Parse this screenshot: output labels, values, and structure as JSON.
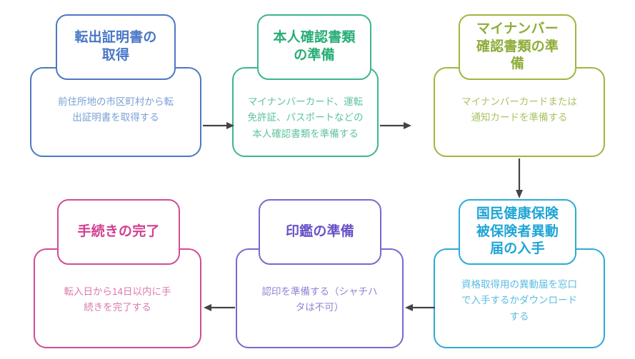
{
  "diagram": {
    "type": "flowchart",
    "orientation": "grid-3x2-serpentine",
    "background": "#ffffff",
    "arrow_color": "#444444",
    "nodes": [
      {
        "id": "n1",
        "order": 1,
        "title": "転出証明書の\n取得",
        "description": "前住所地の市区町村から転\n出証明書を取得する",
        "color": "#4a7ac0",
        "title_color": "#4a77c7",
        "desc_color": "#7a9fd6"
      },
      {
        "id": "n2",
        "order": 2,
        "title": "本人確認書類\nの準備",
        "description": "マイナンバーカード、運転\n免許証、パスポートなどの\n本人確認書類を準備する",
        "color": "#3db68a",
        "title_color": "#27ad76",
        "desc_color": "#5ec39c"
      },
      {
        "id": "n3",
        "order": 3,
        "title": "マイナンバー\n確認書類の準\n備",
        "description": "マイナンバーカードまたは\n通知カードを準備する",
        "color": "#9cb83f",
        "title_color": "#8fad3a",
        "desc_color": "#a9c263"
      },
      {
        "id": "n4",
        "order": 4,
        "title": "国民健康保険\n被保険者異動\n届の入手",
        "description": "資格取得用の異動届を窓口\nで入手するかダウンロード\nする",
        "color": "#2cabd4",
        "title_color": "#1fa5d6",
        "desc_color": "#5cbde0"
      },
      {
        "id": "n5",
        "order": 5,
        "title": "印鑑の準備",
        "description": "認印を準備する（シャチハ\nタは不可）",
        "color": "#7b68cd",
        "title_color": "#6b51c8",
        "desc_color": "#8f83d4"
      },
      {
        "id": "n6",
        "order": 6,
        "title": "手続きの完了",
        "description": "転入日から14日以内に手\n続きを完了する",
        "color": "#cf4d95",
        "title_color": "#d23f91",
        "desc_color": "#d97ab0"
      }
    ],
    "connectors": [
      {
        "id": "c1",
        "from": "n1",
        "to": "n2",
        "direction": "right"
      },
      {
        "id": "c2",
        "from": "n2",
        "to": "n3",
        "direction": "right"
      },
      {
        "id": "c3",
        "from": "n3",
        "to": "n4",
        "direction": "down"
      },
      {
        "id": "c4",
        "from": "n4",
        "to": "n5",
        "direction": "left"
      },
      {
        "id": "c5",
        "from": "n5",
        "to": "n6",
        "direction": "left"
      }
    ]
  }
}
